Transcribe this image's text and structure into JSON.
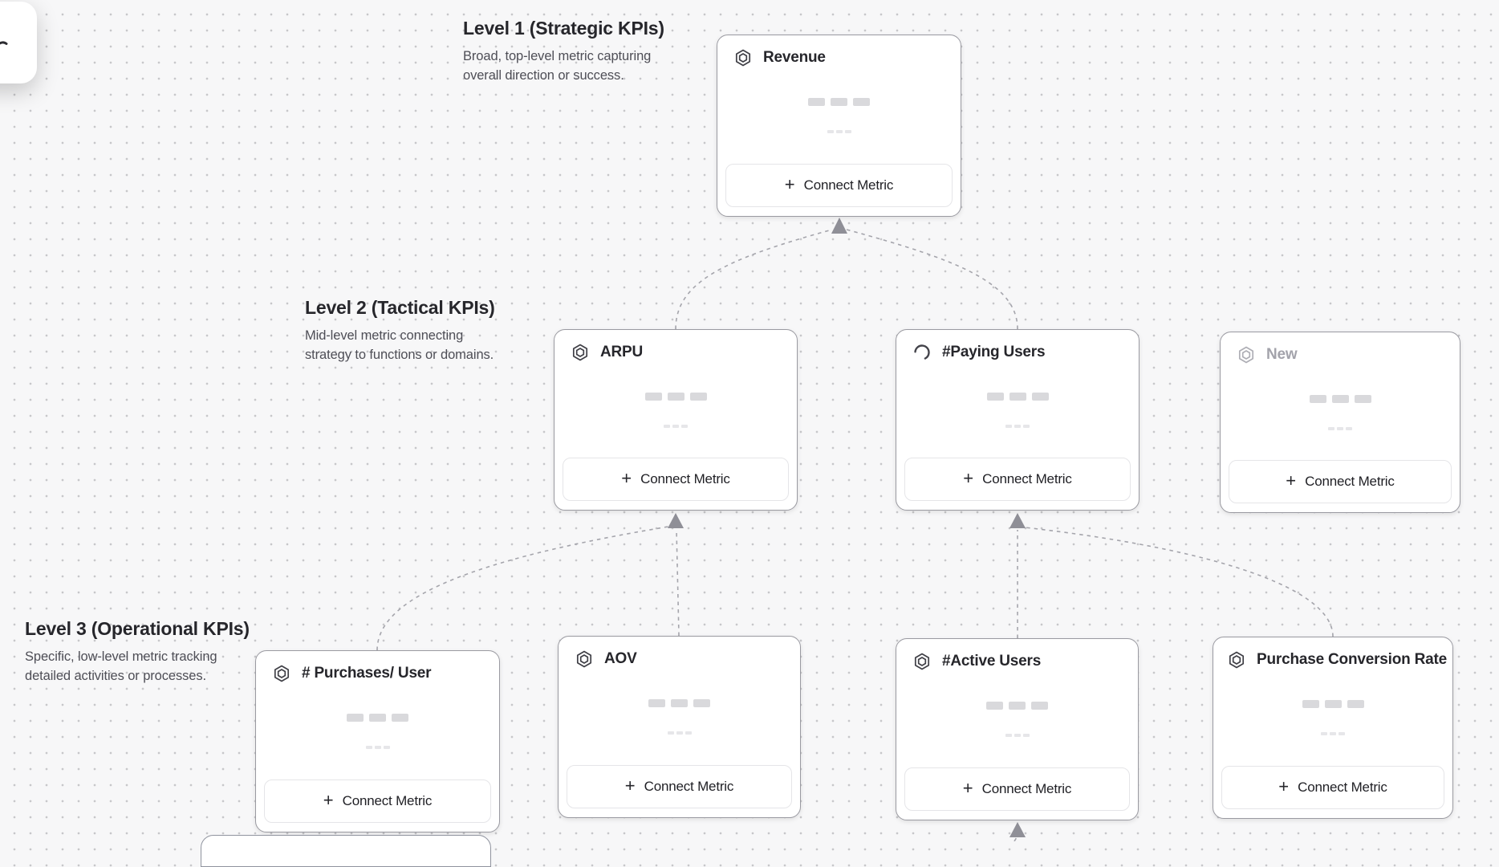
{
  "levels": [
    {
      "title": "Level 1 (Strategic KPIs)",
      "description": "Broad, top-level metric capturing overall direction or success."
    },
    {
      "title": "Level 2 (Tactical KPIs)",
      "description": "Mid-level metric connecting strategy to functions or domains."
    },
    {
      "title": "Level 3 (Operational KPIs)",
      "description": "Specific, low-level metric tracking detailed activities or processes."
    }
  ],
  "nodes": {
    "revenue": {
      "title": "Revenue",
      "icon": "metric-hexagon-icon",
      "state": "default"
    },
    "arpu": {
      "title": "ARPU",
      "icon": "metric-hexagon-icon",
      "state": "default"
    },
    "paying_users": {
      "title": "#Paying Users",
      "icon": "loading-spinner-icon",
      "state": "loading"
    },
    "new_node": {
      "title": "New",
      "icon": "metric-hexagon-icon",
      "state": "draft"
    },
    "purchases_per_user": {
      "title": "# Purchases/ User",
      "icon": "metric-hexagon-icon",
      "state": "default"
    },
    "aov": {
      "title": "AOV",
      "icon": "metric-hexagon-icon",
      "state": "default"
    },
    "active_users": {
      "title": "#Active Users",
      "icon": "metric-hexagon-icon",
      "state": "default"
    },
    "purchase_conversion_rate": {
      "title": "Purchase Conversion Rate",
      "icon": "metric-hexagon-icon",
      "state": "default"
    }
  },
  "connect_metric_label": "Connect Metric",
  "plus_glyph": "+",
  "icons": {
    "metric": "hexagon-outline-icon",
    "loading": "spinner-arc-icon",
    "add": "plus-icon",
    "toolbar_tool": "cursor-tool-icon"
  },
  "colors": {
    "canvas_bg": "#f7f7f8",
    "grid_dot": "#c7c7ca",
    "card_border": "#9a9aa1",
    "connector": "#a5a5ac",
    "arrow": "#8f8f97",
    "text_primary": "#26262b",
    "text_secondary": "#4e4e56",
    "text_disabled": "#a3a3ab",
    "skeleton_dark": "#d9d9dc",
    "skeleton_light": "#e6e6e9"
  }
}
